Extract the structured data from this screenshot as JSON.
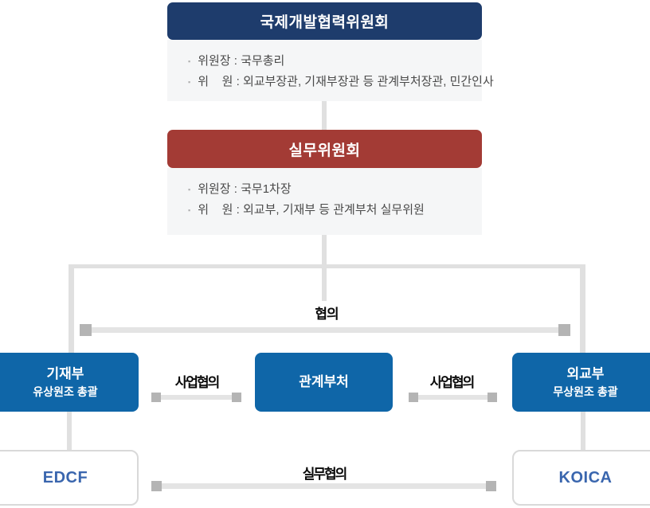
{
  "diagram_title": "ODA implementation structure (Korea)",
  "colors": {
    "navy_header": "#1e3c6c",
    "red_header": "#a33b35",
    "ministry_blue": "#0f66a8",
    "info_bg": "#f5f6f7",
    "line_light": "#e0e0e0",
    "link_line": "#e4e4e4",
    "link_cap": "#b4b4b4",
    "agency_text_blue": "#3a66ae",
    "info_text": "#4a4a4a"
  },
  "bullet_char": "▪",
  "committee": {
    "title": "국제개발협력위원회",
    "bullets": [
      "위원장 : 국무총리",
      "위    원 : 외교부장관, 기재부장관 등 관계부처장관, 민간인사"
    ]
  },
  "working_committee": {
    "title": "실무위원회",
    "bullets": [
      "위원장 : 국무1차장",
      "위    원 : 외교부, 기재부 등 관계부처 실무위원"
    ]
  },
  "links": {
    "consultation": "협의",
    "project_left": "사업협의",
    "project_right": "사업협의",
    "working_level": "실무협의"
  },
  "ministries": {
    "finance": {
      "name": "기재부",
      "subtitle": "유상원조 총괄"
    },
    "related": {
      "name": "관계부처"
    },
    "foreign": {
      "name": "외교부",
      "subtitle": "무상원조 총괄"
    }
  },
  "agencies": {
    "edcf": "EDCF",
    "koica": "KOICA"
  }
}
